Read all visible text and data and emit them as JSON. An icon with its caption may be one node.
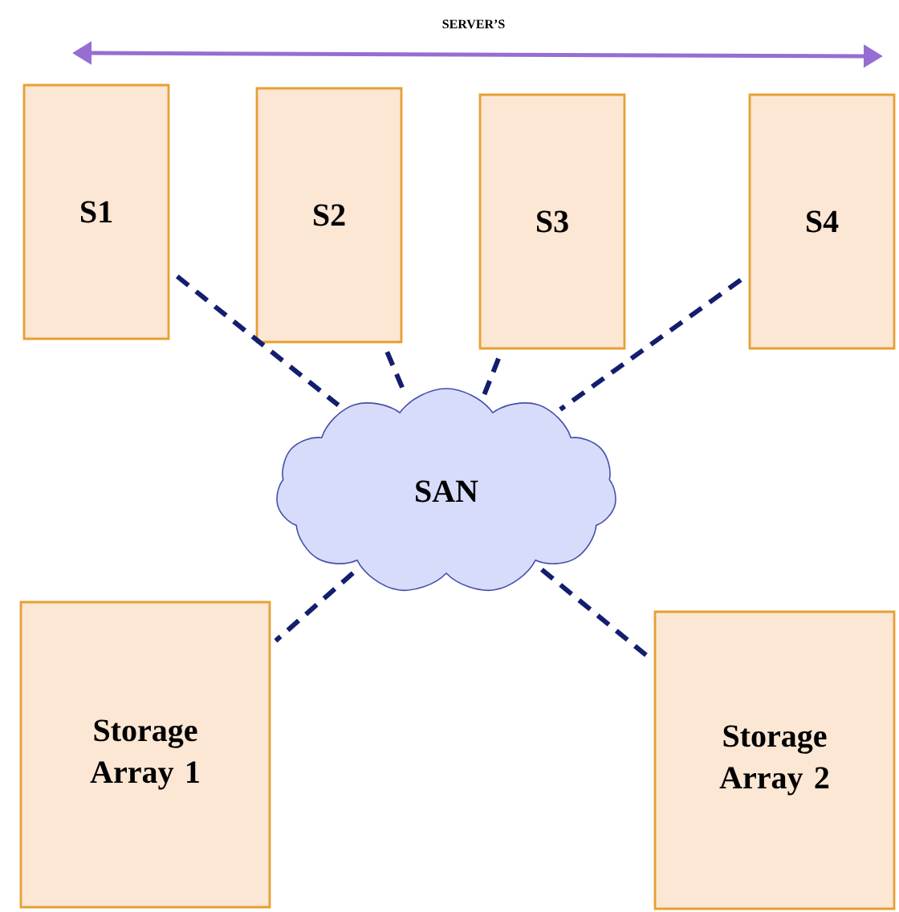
{
  "diagram": {
    "nodes": [
      {
        "text": [
          "S1"
        ]
      },
      {
        "text": [
          "S2"
        ]
      },
      {
        "text": [
          "S3"
        ]
      },
      {
        "text": [
          "S4"
        ]
      },
      {
        "text": [
          "SAN"
        ]
      },
      {
        "text": [
          "Storage Array 1"
        ]
      },
      {
        "text": [
          "Storage Array 2"
        ]
      }
    ],
    "edges": [
      {
        "from": 0,
        "to": 4,
        "arrow": "none",
        "style": "dashed"
      },
      {
        "from": 1,
        "to": 4,
        "arrow": "none",
        "style": "dashed"
      },
      {
        "from": 2,
        "to": 4,
        "arrow": "none",
        "style": "dashed"
      },
      {
        "from": 3,
        "to": 4,
        "arrow": "none",
        "style": "dashed"
      },
      {
        "from": 4,
        "to": 5,
        "arrow": "none",
        "style": "dashed"
      },
      {
        "from": 4,
        "to": 6,
        "arrow": "none",
        "style": "dashed"
      }
    ],
    "labels": [
      "SERVER’S"
    ]
  }
}
